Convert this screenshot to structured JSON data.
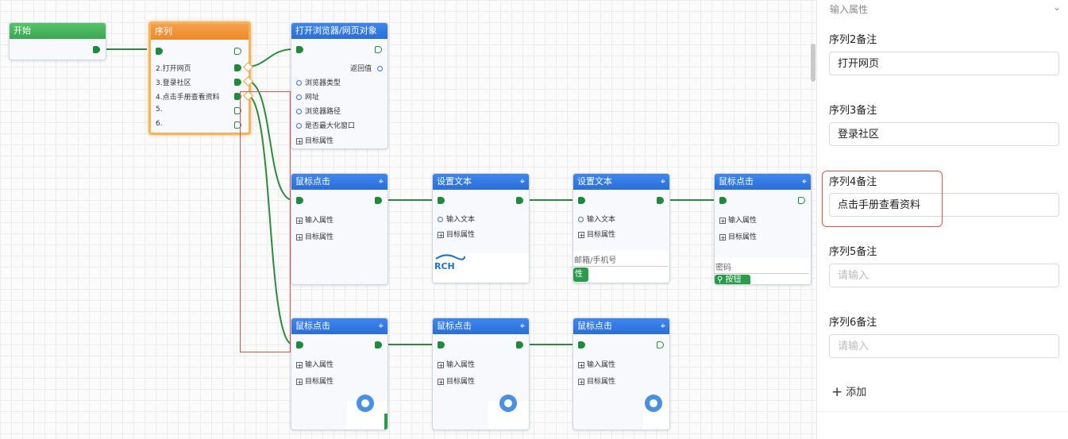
{
  "nodes": {
    "start": {
      "title": "开始"
    },
    "sequence": {
      "title": "序列",
      "rows": [
        "2.打开网页",
        "3.登录社区",
        "4.点击手册查看资料",
        "5.",
        "6."
      ]
    },
    "open_browser": {
      "title": "打开浏览器/网页对象",
      "return_label": "返回值",
      "rows": [
        "浏览器类型",
        "网址",
        "浏览器路径",
        "是否最大化窗口"
      ],
      "target": "目标属性"
    },
    "click1": {
      "title": "鼠标点击",
      "input": "输入属性",
      "target": "目标属性"
    },
    "settext1": {
      "title": "设置文本",
      "input_text": "输入文本",
      "target": "目标属性",
      "preview": "RCH"
    },
    "settext2": {
      "title": "设置文本",
      "input_text": "输入文本",
      "target": "目标属性",
      "preview": "邮箱/手机号",
      "btn": "性"
    },
    "click2": {
      "title": "鼠标点击",
      "input": "输入属性",
      "target": "目标属性",
      "preview": "密码",
      "btn": "按钮"
    },
    "click3": {
      "title": "鼠标点击",
      "input": "输入属性",
      "target": "目标属性"
    },
    "click4": {
      "title": "鼠标点击",
      "input": "输入属性",
      "target": "目标属性"
    },
    "click5": {
      "title": "鼠标点击",
      "input": "输入属性",
      "target": "目标属性"
    }
  },
  "panel": {
    "title": "输入属性",
    "fields": [
      {
        "label": "序列2备注",
        "value": "打开网页",
        "placeholder": ""
      },
      {
        "label": "序列3备注",
        "value": "登录社区",
        "placeholder": ""
      },
      {
        "label": "序列4备注",
        "value": "点击手册查看资料",
        "placeholder": ""
      },
      {
        "label": "序列5备注",
        "value": "",
        "placeholder": "请输入"
      },
      {
        "label": "序列6备注",
        "value": "",
        "placeholder": "请输入"
      }
    ],
    "add_label": "添加"
  },
  "colors": {
    "wire": "#2a8a3e",
    "accent_blue": "#2b6fd6",
    "highlight_red": "#d9534f",
    "selected_orange": "#f5b45a"
  }
}
